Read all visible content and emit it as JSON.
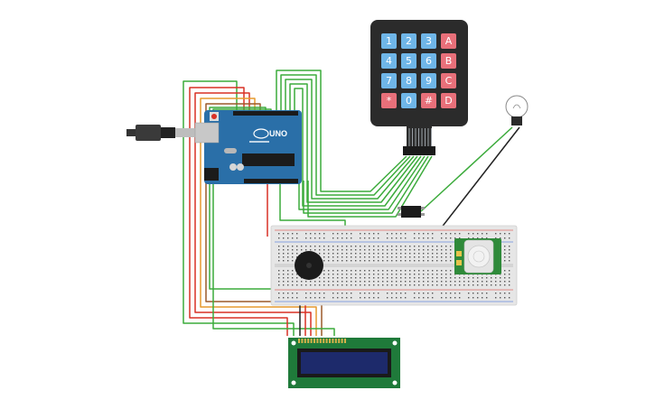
{
  "keypad": {
    "keys": [
      [
        "1",
        "2",
        "3",
        "A"
      ],
      [
        "4",
        "5",
        "6",
        "B"
      ],
      [
        "7",
        "8",
        "9",
        "C"
      ],
      [
        "*",
        "0",
        "#",
        "D"
      ]
    ],
    "colors": {
      "digit": "#6fb6e8",
      "letter": "#e8707a",
      "body": "#2b2b2b"
    }
  },
  "arduino": {
    "model_label": "UNO",
    "board_color": "#2a6fa8"
  },
  "wire_colors": {
    "green": "#3cab3c",
    "red": "#d93025",
    "brown": "#9c5a2a",
    "orange": "#e69a2e",
    "black": "#222222"
  },
  "breadboard": {
    "color": "#e6e6e6"
  },
  "lcd": {
    "pcb_color": "#1f7a3a",
    "screen_color": "#1d2a6b"
  },
  "pir": {
    "pcb_color": "#2f8a3a"
  }
}
